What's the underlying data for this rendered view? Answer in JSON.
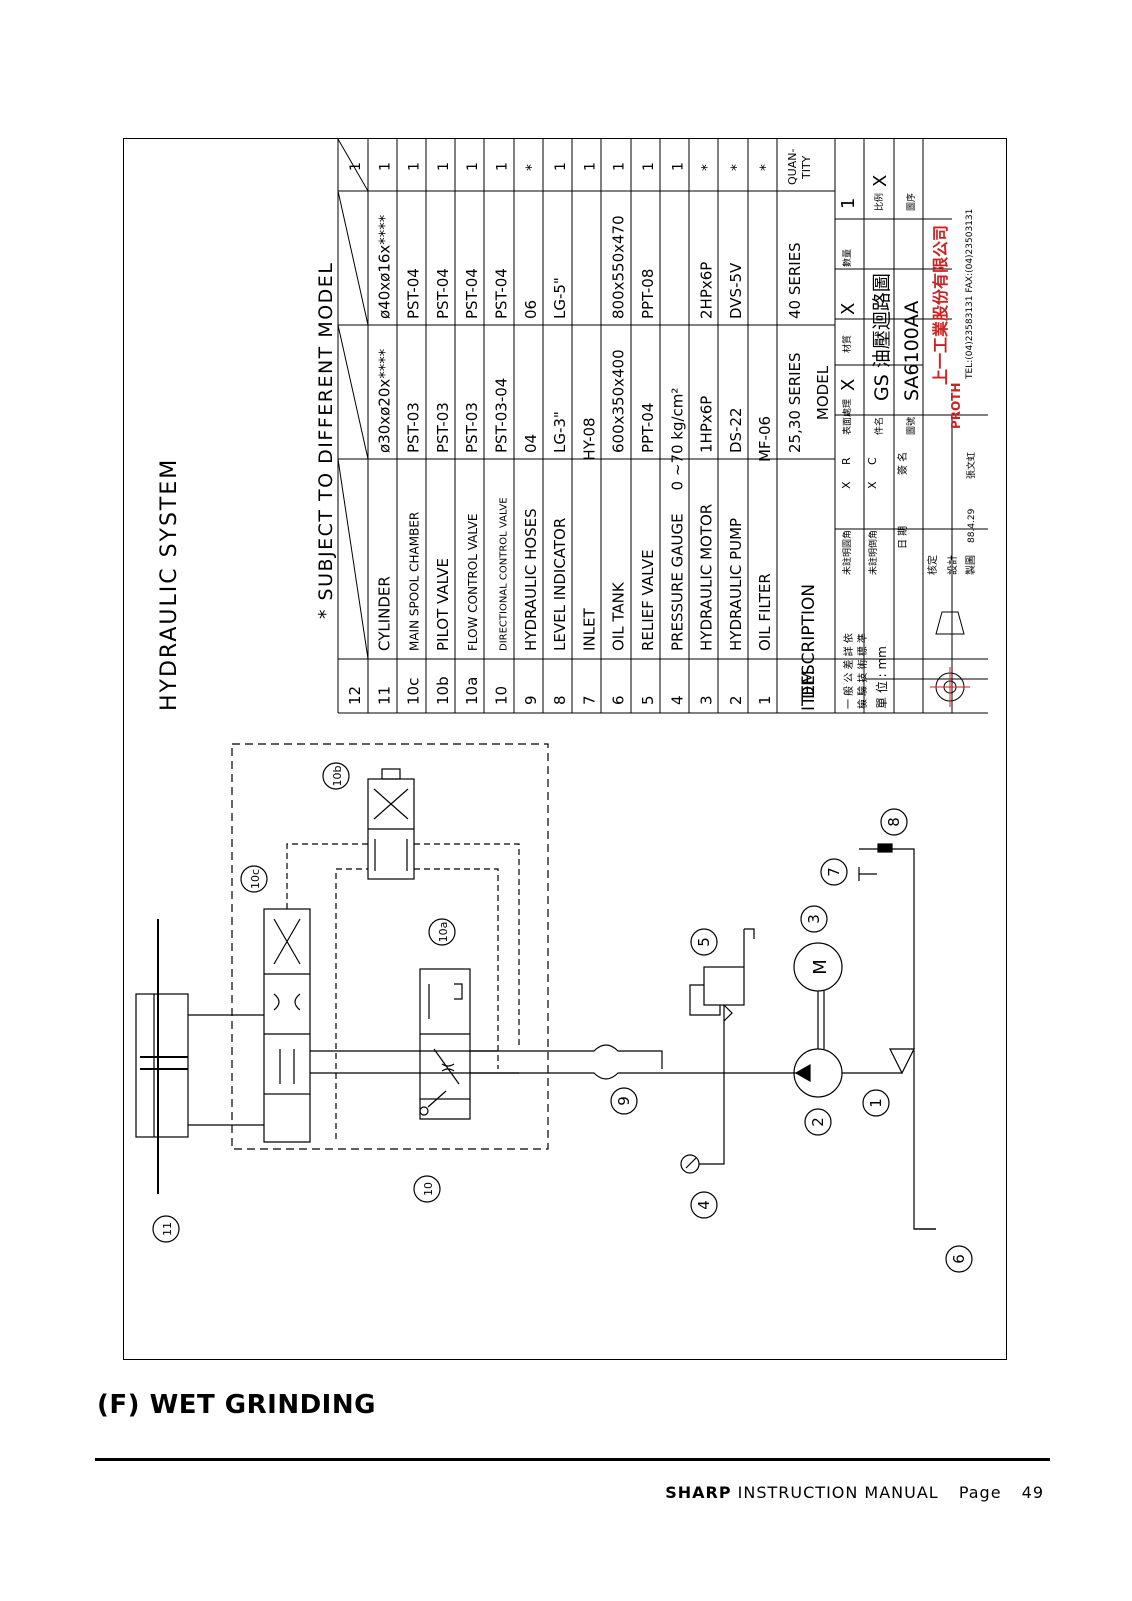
{
  "drawing": {
    "system_title": "HYDRAULIC SYSTEM",
    "note": "* SUBJECT TO DIFFERENT MODEL",
    "parts": [
      {
        "item": "12",
        "description": "",
        "model_a": "",
        "model_b": "",
        "qty": "1"
      },
      {
        "item": "11",
        "description": "CYLINDER",
        "model_a": "ø30xø20x****",
        "model_b": "ø40xø16x****",
        "qty": "1"
      },
      {
        "item": "10c",
        "description": "MAIN SPOOL CHAMBER",
        "model_a": "PST-03",
        "model_b": "PST-04",
        "qty": "1"
      },
      {
        "item": "10b",
        "description": "PILOT VALVE",
        "model_a": "PST-03",
        "model_b": "PST-04",
        "qty": "1"
      },
      {
        "item": "10a",
        "description": "FLOW CONTROL VALVE",
        "model_a": "PST-03",
        "model_b": "PST-04",
        "qty": "1"
      },
      {
        "item": "10",
        "description": "DIRECTIONAL CONTROL VALVE",
        "model_a": "PST-03-04",
        "model_b": "PST-04",
        "qty": "1"
      },
      {
        "item": "9",
        "description": "HYDRAULIC HOSES",
        "model_a": "04",
        "model_b": "06",
        "qty": "*"
      },
      {
        "item": "8",
        "description": "LEVEL INDICATOR",
        "model_a": "LG-3\"",
        "model_b": "LG-5\"",
        "qty": "1"
      },
      {
        "item": "7",
        "description": "INLET",
        "model_span": "HY-08",
        "qty": "1"
      },
      {
        "item": "6",
        "description": "OIL TANK",
        "model_a": "600x350x400",
        "model_b": "800x550x470",
        "qty": "1"
      },
      {
        "item": "5",
        "description": "RELIEF VALVE",
        "model_a": "PPT-04",
        "model_b": "PPT-08",
        "qty": "1"
      },
      {
        "item": "4",
        "description": "PRESSURE GAUGE",
        "model_span": "0 ~70 kg/cm²",
        "qty": "1"
      },
      {
        "item": "3",
        "description": "HYDRAULIC MOTOR",
        "model_a": "1HPx6P",
        "model_b": "2HPx6P",
        "qty": "*"
      },
      {
        "item": "2",
        "description": "HYDRAULIC PUMP",
        "model_a": "DS-22",
        "model_b": "DVS-5V",
        "qty": "*"
      },
      {
        "item": "1",
        "description": "OIL FILTER",
        "model_span": "MF-06",
        "qty": "*"
      }
    ],
    "header": {
      "item": "ITEM",
      "description": "DESCRIPTION",
      "model_a": "25,30 SERIES",
      "model_b": "40 SERIES",
      "model": "MODEL",
      "qty": "QUAN-TITY"
    },
    "title_block": {
      "unit": "單 位 : mm",
      "tolerance_1": "一 般 公 差 詳 依",
      "tolerance_2": "檢 驗 技 術 標 準",
      "drawn_label": "製圖",
      "drawn_date": "88.4.29",
      "drawn_by": "張文虹",
      "design_label": "設計",
      "approve_label": "核定",
      "date_label": "日 期",
      "sign_label": "簽 名",
      "r1": "未註明圓角",
      "r2": "未註明倒角",
      "x1": "X",
      "x2": "X",
      "r_mark": "R",
      "c_mark": "C",
      "surface_label": "表面處理",
      "surface_value": "X",
      "material_label": "材質",
      "material_value": "X",
      "qty_label": "數量",
      "qty_value": "1",
      "part_name_label": "件名",
      "part_name": "GS 油壓迴路圖",
      "scale_label": "比例",
      "scale_value": "X",
      "drawing_no_label": "圖號",
      "drawing_no": "SA6100AA",
      "sheet_label": "圖序",
      "company": "上一工業股份有限公司",
      "brand": "PROTH",
      "tel": "TEL:(04)23583131 FAX:(04)23503131"
    },
    "callouts": [
      "11",
      "10",
      "10c",
      "10b",
      "10a",
      "9",
      "8",
      "7",
      "6",
      "5",
      "4",
      "3",
      "2",
      "1"
    ],
    "motor_label": "M"
  },
  "page": {
    "section_title": "(F) WET GRINDING",
    "footer_brand": "SHARP",
    "footer_text": "INSTRUCTION MANUAL",
    "footer_page_label": "Page",
    "footer_page_number": "49"
  },
  "colors": {
    "ink": "#000000",
    "stamp_red": "#cc2222"
  }
}
